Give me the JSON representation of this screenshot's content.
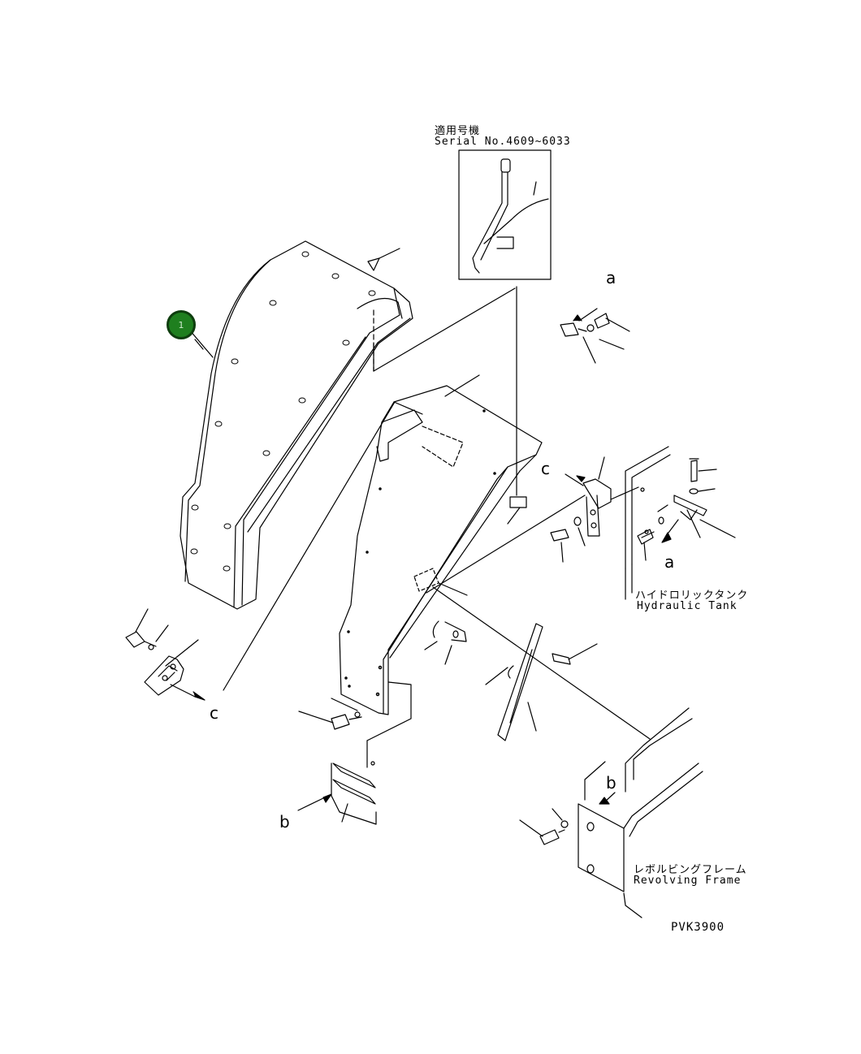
{
  "inset": {
    "title_jp": "適用号機",
    "serial": "Serial No.4609~6033"
  },
  "callouts": [
    {
      "number": "1"
    }
  ],
  "letters": {
    "a": "a",
    "b": "b",
    "c": "c"
  },
  "hydraulic_tank": {
    "jp": "ハイドロリックタンク",
    "en": "Hydraulic Tank"
  },
  "revolving_frame": {
    "jp": "レボルビングフレーム",
    "en": "Revolving Frame"
  },
  "drawing_code": "PVK3900"
}
